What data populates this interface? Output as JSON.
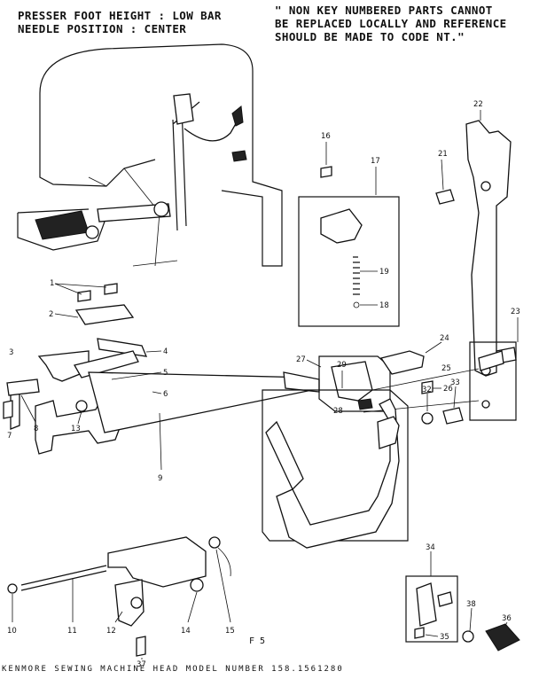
{
  "header": {
    "left_line1": "PRESSER FOOT HEIGHT : LOW BAR",
    "left_line2": "NEEDLE POSITION : CENTER",
    "right_line1": "\" NON KEY NUMBERED PARTS CANNOT",
    "right_line2": "BE REPLACED LOCALLY AND REFERENCE",
    "right_line3": "SHOULD BE MADE TO CODE NT.\""
  },
  "footer": "KENMORE SEWING MACHINE HEAD  MODEL NUMBER 158.1561280",
  "figure_id": "F 5",
  "parts": {
    "p1": "1",
    "p2": "2",
    "p3": "3",
    "p4": "4",
    "p5": "5",
    "p6": "6",
    "p7": "7",
    "p8": "8",
    "p9": "9",
    "p10": "10",
    "p11": "11",
    "p12": "12",
    "p13": "13",
    "p14": "14",
    "p15": "15",
    "p16": "16",
    "p17": "17",
    "p18": "18",
    "p19": "19",
    "p21": "21",
    "p22": "22",
    "p23": "23",
    "p24": "24",
    "p25": "25",
    "p26": "26",
    "p27": "27",
    "p28": "28",
    "p29": "29",
    "p32": "32",
    "p33": "33",
    "p34": "34",
    "p35": "35",
    "p36": "36",
    "p37": "37",
    "p38": "38"
  }
}
